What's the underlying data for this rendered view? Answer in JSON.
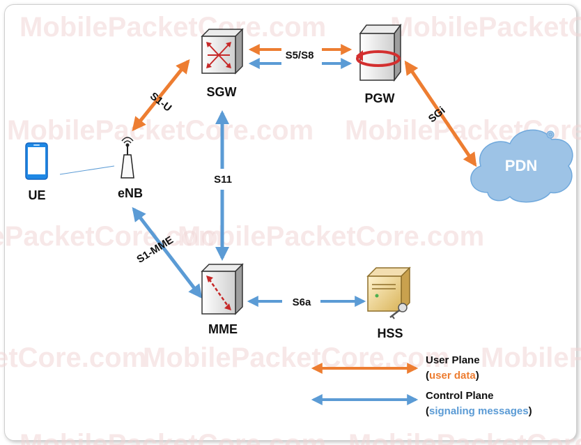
{
  "watermark": "MobilePacketCore.com",
  "nodes": {
    "ue": "UE",
    "enb": "eNB",
    "sgw": "SGW",
    "pgw": "PGW",
    "mme": "MME",
    "hss": "HSS",
    "pdn": "PDN"
  },
  "interfaces": {
    "s1u": "S1-U",
    "s5s8": "S5/S8",
    "sgi": "SGi",
    "s11": "S11",
    "s1mme": "S1-MME",
    "s6a": "S6a"
  },
  "legend": {
    "user_plane_title": "User Plane",
    "user_plane_open": "(",
    "user_plane_detail": "user data",
    "user_plane_close": ")",
    "control_plane_title": "Control Plane",
    "control_plane_open": "(",
    "control_plane_detail": "signaling messages",
    "control_plane_close": ")"
  },
  "colors": {
    "user_plane": "#ED7D31",
    "control_plane": "#5B9BD5",
    "pdn_cloud": "#9DC3E6"
  }
}
